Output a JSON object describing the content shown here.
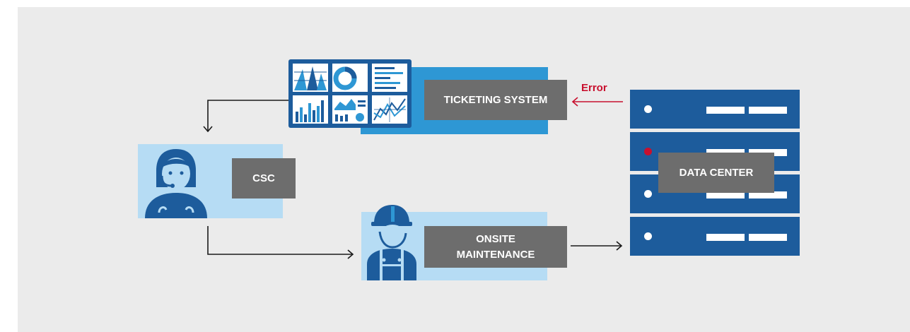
{
  "nodes": {
    "ticketing": {
      "label": "TICKETING SYSTEM"
    },
    "csc": {
      "label": "CSC"
    },
    "onsite": {
      "label_line1": "ONSITE",
      "label_line2": "MAINTENANCE"
    },
    "datacenter": {
      "label": "DATA CENTER"
    }
  },
  "edges": {
    "error": {
      "label": "Error"
    }
  },
  "icons": {
    "dashboard": "dashboard-monitor-icon",
    "agent": "headset-agent-icon",
    "worker": "maintenance-worker-icon",
    "servers": "server-rack-icon"
  },
  "colors": {
    "server_blue": "#1d5c9c",
    "dashboard_blue": "#2e97d4",
    "panel_light": "#b6dcf4",
    "label_gray": "#6d6d6d",
    "error_red": "#c8102e",
    "status_error_led": "#c8102e"
  }
}
